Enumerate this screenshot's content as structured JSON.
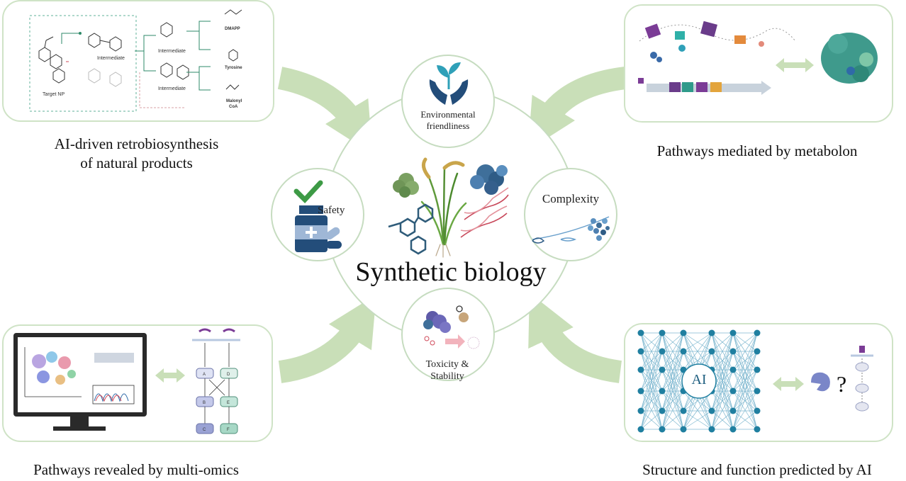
{
  "hub": {
    "title": "Synthetic biology"
  },
  "satellites": {
    "environmental": {
      "label": "Environmental friendliness"
    },
    "safety": {
      "label": "Safety"
    },
    "complexity": {
      "label": "Complexity"
    },
    "toxicity": {
      "label": "Toxicity & Stability"
    }
  },
  "panels": {
    "retro": {
      "caption_line1": "AI-driven retrobiosynthesis",
      "caption_line2": "of natural products",
      "labels": {
        "target": "Target NP",
        "intermediate": "Intermediate",
        "dmapp": "DMAPP",
        "tyrosine": "Tyrosine",
        "malonyl": "Malonyl",
        "coa": "CoA"
      }
    },
    "metabolon": {
      "caption": "Pathways mediated by metabolon"
    },
    "omics": {
      "caption": "Pathways revealed by multi-omics",
      "nodes": {
        "a": "A",
        "d": "D",
        "b": "B",
        "e": "E",
        "c": "C",
        "f": "F"
      }
    },
    "ai": {
      "caption": "Structure and function predicted by AI",
      "ai_label": "AI",
      "question": "?"
    }
  },
  "colors": {
    "panel_border": "#cfe3c6",
    "arrow_green": "#c9dfb8",
    "ring": "#c6dcc0",
    "network_blue": "#1f7fa0",
    "hand_navy": "#234d7a",
    "leaf_teal": "#2fa0b8"
  }
}
